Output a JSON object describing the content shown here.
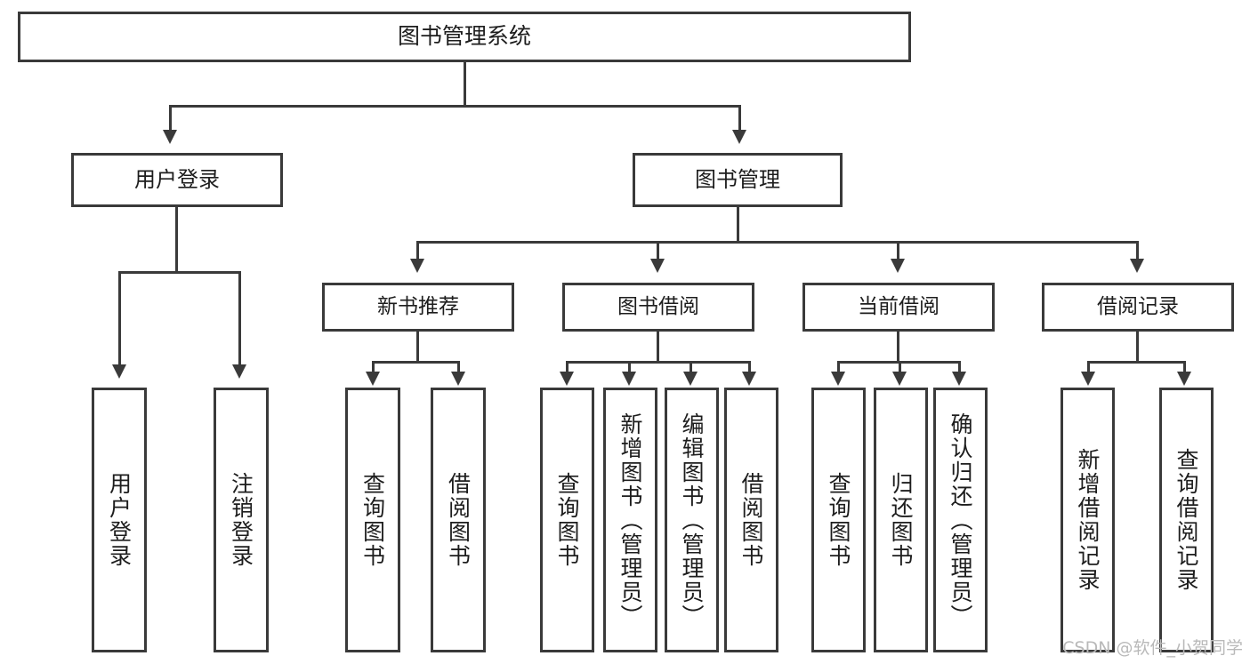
{
  "diagram": {
    "title": "图书管理系统",
    "type": "tree-hierarchy",
    "watermark": "CSDN @软件_小贺同学",
    "colors": {
      "stroke": "#3a3a3a",
      "fill": "#ffffff",
      "text": "#1d1d1d",
      "watermark": "#b9b9b9"
    }
  },
  "nodes": {
    "root": {
      "label": "图书管理系统"
    },
    "level2": [
      {
        "id": "user-login",
        "label": "用户登录"
      },
      {
        "id": "book-manage",
        "label": "图书管理"
      }
    ],
    "level3": [
      {
        "id": "new-book-recommend",
        "label": "新书推荐"
      },
      {
        "id": "book-borrow",
        "label": "图书借阅"
      },
      {
        "id": "current-borrow",
        "label": "当前借阅"
      },
      {
        "id": "borrow-record",
        "label": "借阅记录"
      }
    ],
    "leaves": {
      "user-login": [
        {
          "id": "leaf-user-login",
          "label": "用户登录"
        },
        {
          "id": "leaf-logout",
          "label": "注销登录"
        }
      ],
      "new-book-recommend": [
        {
          "id": "leaf-query-book-1",
          "label": "查询图书"
        },
        {
          "id": "leaf-borrow-book-1",
          "label": "借阅图书"
        }
      ],
      "book-borrow": [
        {
          "id": "leaf-query-book-2",
          "label": "查询图书"
        },
        {
          "id": "leaf-add-book",
          "label": "新增图书（管理员）"
        },
        {
          "id": "leaf-edit-book",
          "label": "编辑图书（管理员）"
        },
        {
          "id": "leaf-borrow-book-2",
          "label": "借阅图书"
        }
      ],
      "current-borrow": [
        {
          "id": "leaf-query-book-3",
          "label": "查询图书"
        },
        {
          "id": "leaf-return-book",
          "label": "归还图书"
        },
        {
          "id": "leaf-confirm-return",
          "label": "确认归还（管理员）"
        }
      ],
      "borrow-record": [
        {
          "id": "leaf-add-record",
          "label": "新增借阅记录"
        },
        {
          "id": "leaf-query-record",
          "label": "查询借阅记录"
        }
      ]
    }
  }
}
